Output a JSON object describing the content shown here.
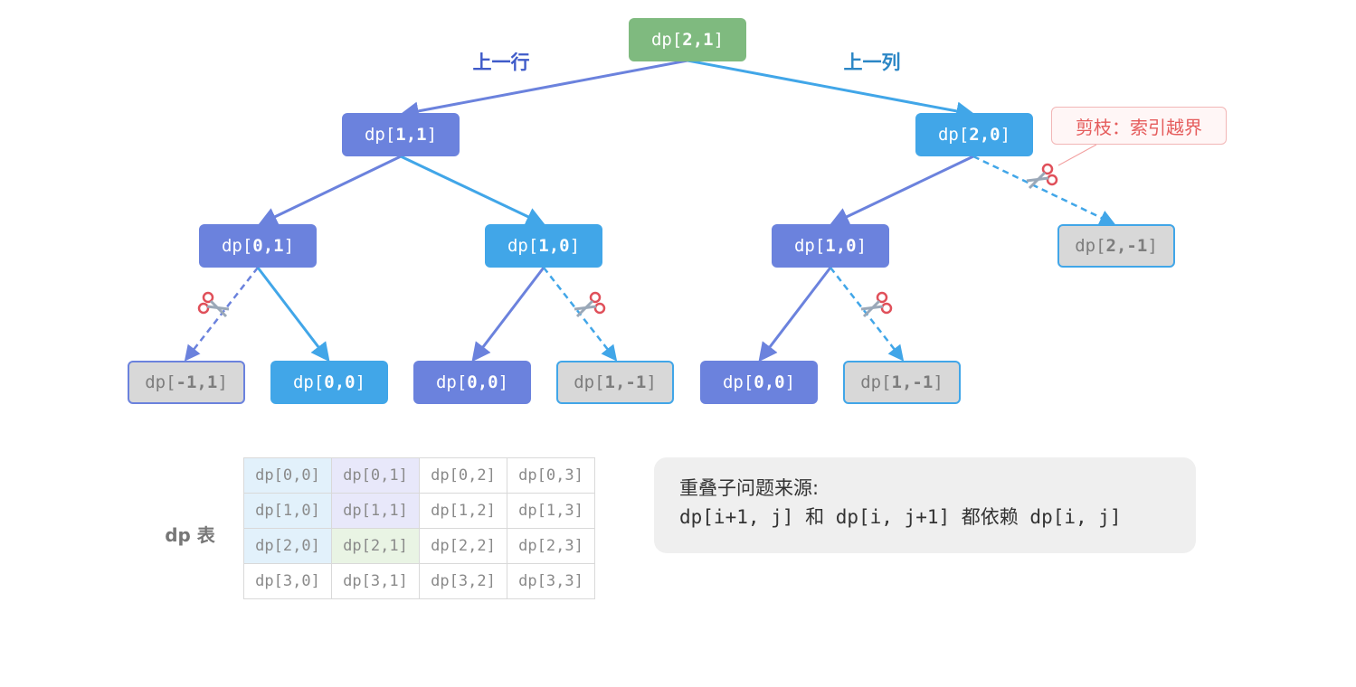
{
  "colors": {
    "root": "#7fba7f",
    "row_branch": "#6b82dd",
    "col_branch": "#41a6e8",
    "pruned": "#d8d8d8",
    "prune_label": "#e55c5c"
  },
  "tree": {
    "edge_labels": {
      "row": "上一行",
      "col": "上一列"
    },
    "prune_callout": "剪枝：索引越界",
    "nodes": [
      {
        "id": "n21",
        "text": "dp[",
        "num": "2,1",
        "end": "]",
        "kind": "root"
      },
      {
        "id": "n11",
        "text": "dp[",
        "num": "1,1",
        "end": "]",
        "kind": "row"
      },
      {
        "id": "n20",
        "text": "dp[",
        "num": "2,0",
        "end": "]",
        "kind": "col"
      },
      {
        "id": "n01",
        "text": "dp[",
        "num": "0,1",
        "end": "]",
        "kind": "row"
      },
      {
        "id": "n10a",
        "text": "dp[",
        "num": "1,0",
        "end": "]",
        "kind": "col"
      },
      {
        "id": "n10b",
        "text": "dp[",
        "num": "1,0",
        "end": "]",
        "kind": "row"
      },
      {
        "id": "n2m1",
        "text": "dp[",
        "num": "2,-1",
        "end": "]",
        "kind": "pruned-col"
      },
      {
        "id": "nm11",
        "text": "dp[",
        "num": "-1,1",
        "end": "]",
        "kind": "pruned-row"
      },
      {
        "id": "n00a",
        "text": "dp[",
        "num": "0,0",
        "end": "]",
        "kind": "col"
      },
      {
        "id": "n00b",
        "text": "dp[",
        "num": "0,0",
        "end": "]",
        "kind": "row"
      },
      {
        "id": "n1m1a",
        "text": "dp[",
        "num": "1,-1",
        "end": "]",
        "kind": "pruned-col"
      },
      {
        "id": "n00c",
        "text": "dp[",
        "num": "0,0",
        "end": "]",
        "kind": "row"
      },
      {
        "id": "n1m1b",
        "text": "dp[",
        "num": "1,-1",
        "end": "]",
        "kind": "pruned-col"
      }
    ]
  },
  "table": {
    "label": "dp 表",
    "rows": [
      [
        "dp[0,0]",
        "dp[0,1]",
        "dp[0,2]",
        "dp[0,3]"
      ],
      [
        "dp[1,0]",
        "dp[1,1]",
        "dp[1,2]",
        "dp[1,3]"
      ],
      [
        "dp[2,0]",
        "dp[2,1]",
        "dp[2,2]",
        "dp[2,3]"
      ],
      [
        "dp[3,0]",
        "dp[3,1]",
        "dp[3,2]",
        "dp[3,3]"
      ]
    ],
    "highlights": {
      "blue": [
        "0,0",
        "1,0",
        "2,0"
      ],
      "purple": [
        "0,1",
        "1,1"
      ],
      "green": [
        "2,1"
      ]
    }
  },
  "note": {
    "title": "重叠子问题来源:",
    "body": "dp[i+1, j] 和 dp[i, j+1] 都依赖 dp[i, j]"
  }
}
